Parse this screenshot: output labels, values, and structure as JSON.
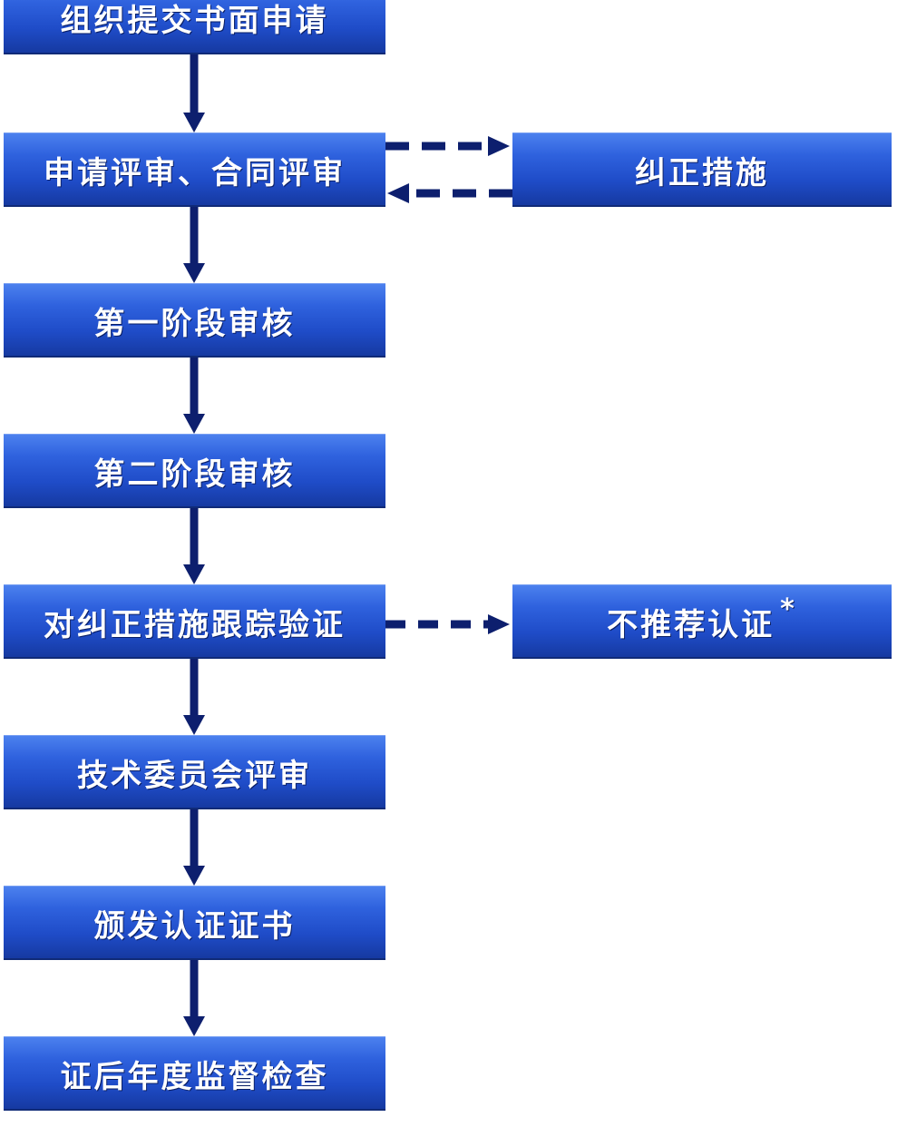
{
  "steps": [
    "组织提交书面申请",
    "申请评审、合同评审",
    "第一阶段审核",
    "第二阶段审核",
    "对纠正措施跟踪验证",
    "技术委员会评审",
    "颁发认证证书",
    "证后年度监督检查"
  ],
  "side_boxes": {
    "corrective_action": "纠正措施",
    "not_recommended": "不推荐认证",
    "not_recommended_mark": "*"
  },
  "colors": {
    "box_top": "#4d82ef",
    "box_bottom": "#15389e",
    "arrow": "#0d1f6e",
    "text": "#ffffff"
  }
}
